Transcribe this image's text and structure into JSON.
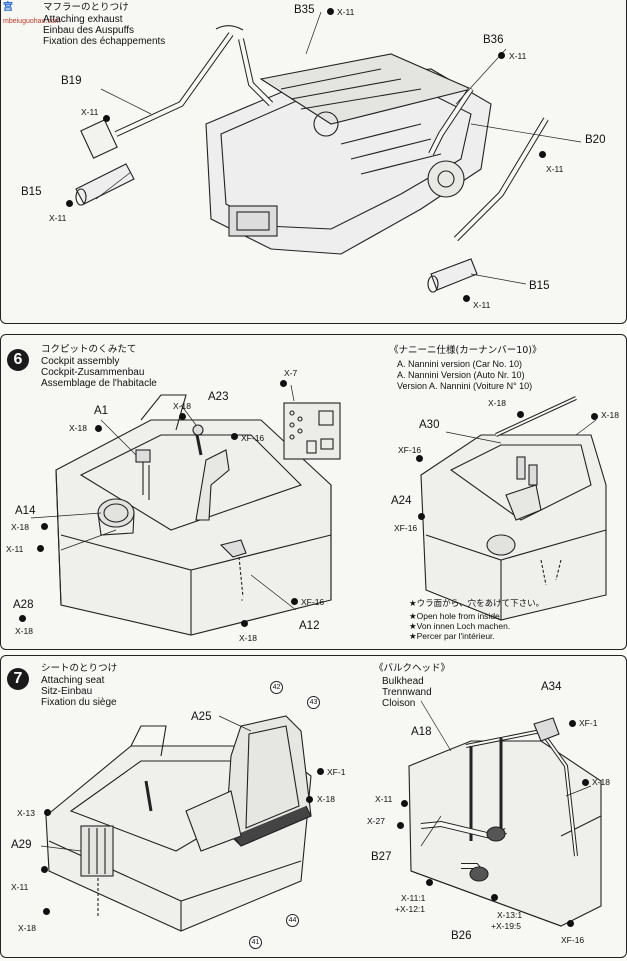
{
  "watermark": {
    "logo": "宫",
    "url": "mbeiuguohao.com"
  },
  "step5": {
    "jp": "マフラーのとりつけ",
    "en": "Attaching exhaust",
    "de": "Einbau des Auspuffs",
    "fr": "Fixation des échappements",
    "labels": {
      "b35": "B35",
      "x11_a": "X-11",
      "b36": "B36",
      "x11_b": "X-11",
      "b19": "B19",
      "x11_c": "X-11",
      "b20": "B20",
      "x11_d": "X-11",
      "b15a": "B15",
      "x11_e": "X-11",
      "b15b": "B15",
      "x11_f": "X-11"
    }
  },
  "step6": {
    "number": "6",
    "jp": "コクピットのくみたて",
    "en": "Cockpit assembly",
    "de": "Cockpit-Zusammenbau",
    "fr": "Assemblage de l'habitacle",
    "labels": {
      "x7": "X-7",
      "a1": "A1",
      "x18_a": "X-18",
      "a23": "A23",
      "x18_b": "X-18",
      "xf16_a": "XF-16",
      "a14": "A14",
      "x18_c": "X-18",
      "x11_a": "X-11",
      "a28": "A28",
      "x18_d": "X-18",
      "xf16_b": "XF-16",
      "x18_e": "X-18",
      "a12": "A12"
    },
    "variant": {
      "jp": "《ナニーニ仕様(カーナンバー10)》",
      "en": "A. Nannini version (Car No. 10)",
      "de": "A. Nannini Version (Auto Nr. 10)",
      "fr": "Version A. Nannini (Voiture N° 10)",
      "labels": {
        "x18_a": "X-18",
        "a30": "A30",
        "x18_b": "X-18",
        "xf16": "XF-16",
        "a24": "A24",
        "xf16_b": "XF-16"
      },
      "note_jp": "★ウラ面から、穴をあけて下さい。",
      "note_en": "★Open hole from inside.",
      "note_de": "★Von innen Loch machen.",
      "note_fr": "★Percer par l'intérieur."
    }
  },
  "step7": {
    "number": "7",
    "jp": "シートのとりつけ",
    "en": "Attaching seat",
    "de": "Sitz-Einbau",
    "fr": "Fixation du siège",
    "labels": {
      "c42": "42",
      "c43": "43",
      "a25": "A25",
      "xf1": "XF-1",
      "x18_a": "X-18",
      "x13": "X-13",
      "a29": "A29",
      "x11": "X-11",
      "x18_b": "X-18",
      "c44": "44",
      "c41": "41"
    },
    "bulkhead": {
      "jp": "《バルクヘッド》",
      "en": "Bulkhead",
      "de": "Trennwand",
      "fr": "Cloison",
      "labels": {
        "a34": "A34",
        "xf1": "XF-1",
        "a18": "A18",
        "x18": "X-18",
        "x11": "X-11",
        "x27": "X-27",
        "b27": "B27",
        "mix1a": "X-11:1",
        "mix1b": "+X-12:1",
        "mix2a": "X-13:1",
        "mix2b": "+X-19:5",
        "b26": "B26",
        "xf16": "XF-16"
      }
    }
  }
}
